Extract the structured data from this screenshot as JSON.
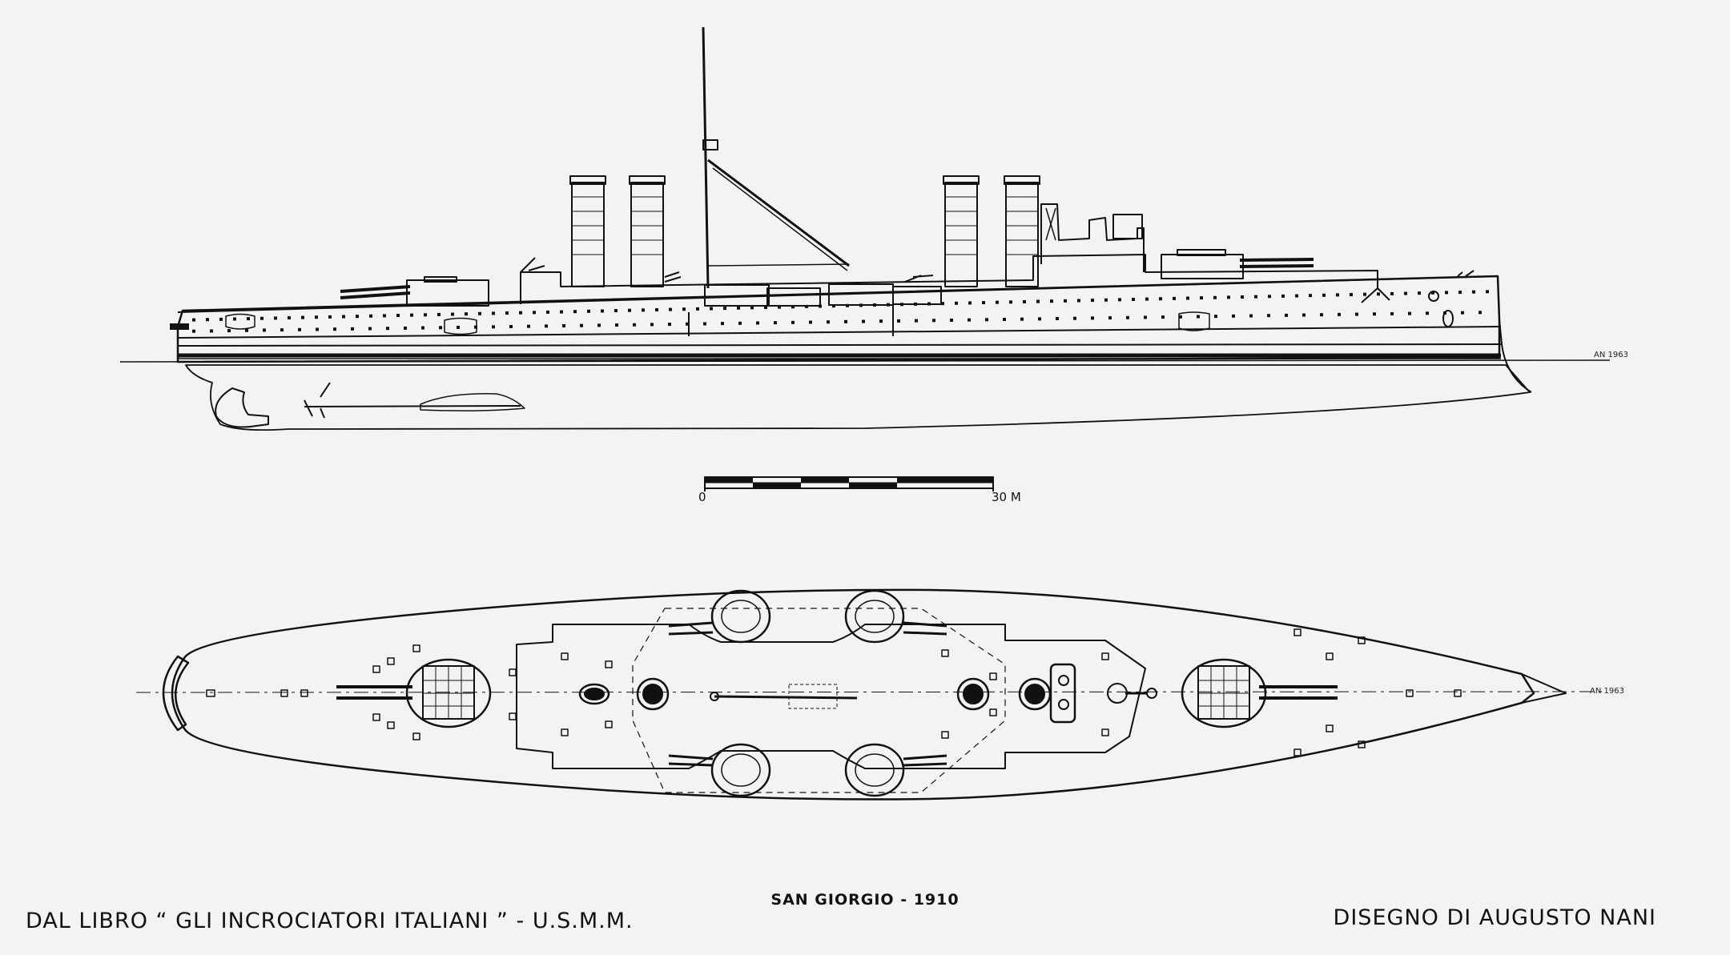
{
  "title": "SAN GIORGIO - 1910",
  "source_credit": "DAL LIBRO “ GLI INCROCIATORI ITALIANI ” - U.S.M.M.",
  "author_credit": "DISEGNO DI AUGUSTO NANI",
  "scale_bar": {
    "start_label": "0",
    "end_label": "30 M"
  },
  "profile_signature": "AN 1963",
  "plan_signature": "AN 1963",
  "colors": {
    "paper": "#f3f3f3",
    "ink": "#111111"
  }
}
